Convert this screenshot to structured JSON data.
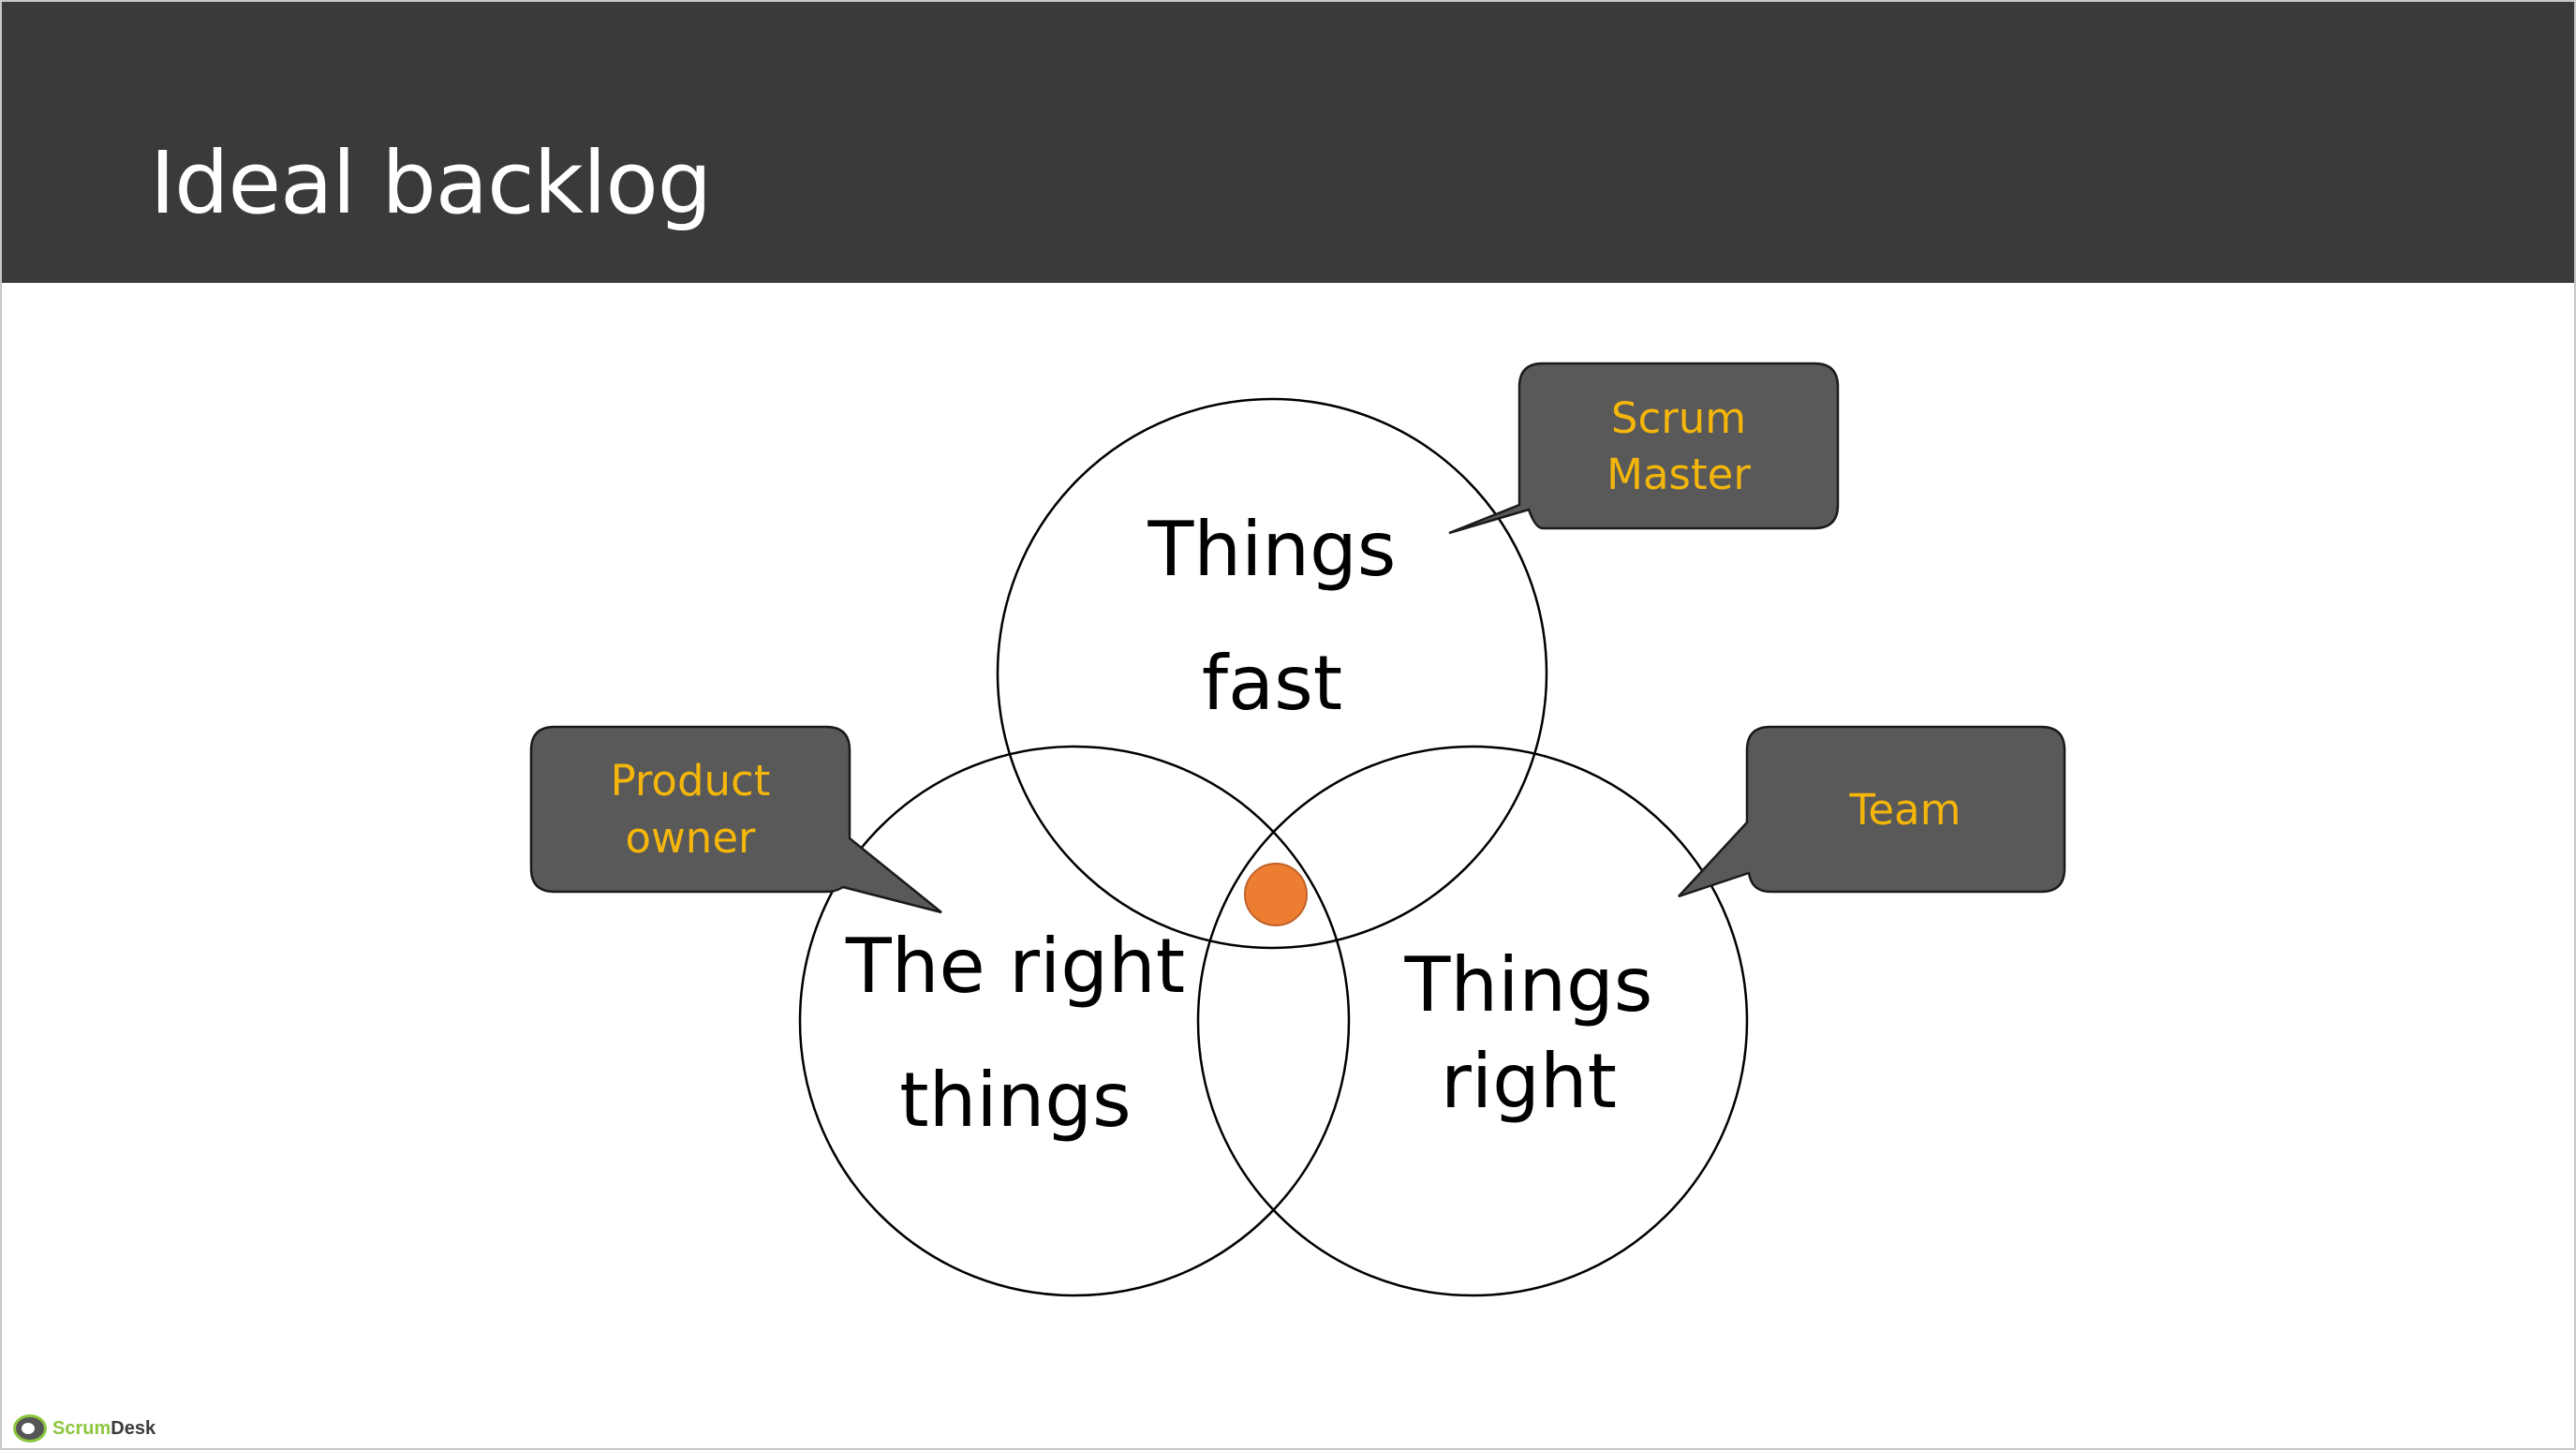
{
  "slide": {
    "title": "Ideal backlog"
  },
  "diagram": {
    "circles": [
      {
        "id": "fast",
        "lines": [
          "Things",
          "fast"
        ]
      },
      {
        "id": "right-things",
        "lines": [
          "The right",
          "things"
        ]
      },
      {
        "id": "things-right",
        "lines": [
          "Things",
          "right"
        ]
      }
    ],
    "callouts": [
      {
        "id": "scrum-master",
        "lines": [
          "Scrum",
          "Master"
        ]
      },
      {
        "id": "product-owner",
        "lines": [
          "Product",
          "owner"
        ]
      },
      {
        "id": "team",
        "lines": [
          "Team"
        ]
      }
    ],
    "colors": {
      "callout_fill": "#595959",
      "callout_text": "#f5b60b",
      "center_dot": "#ed7d31",
      "header_bg": "#3b393a"
    }
  },
  "logo": {
    "scrum": "Scrum",
    "desk": "Desk"
  }
}
